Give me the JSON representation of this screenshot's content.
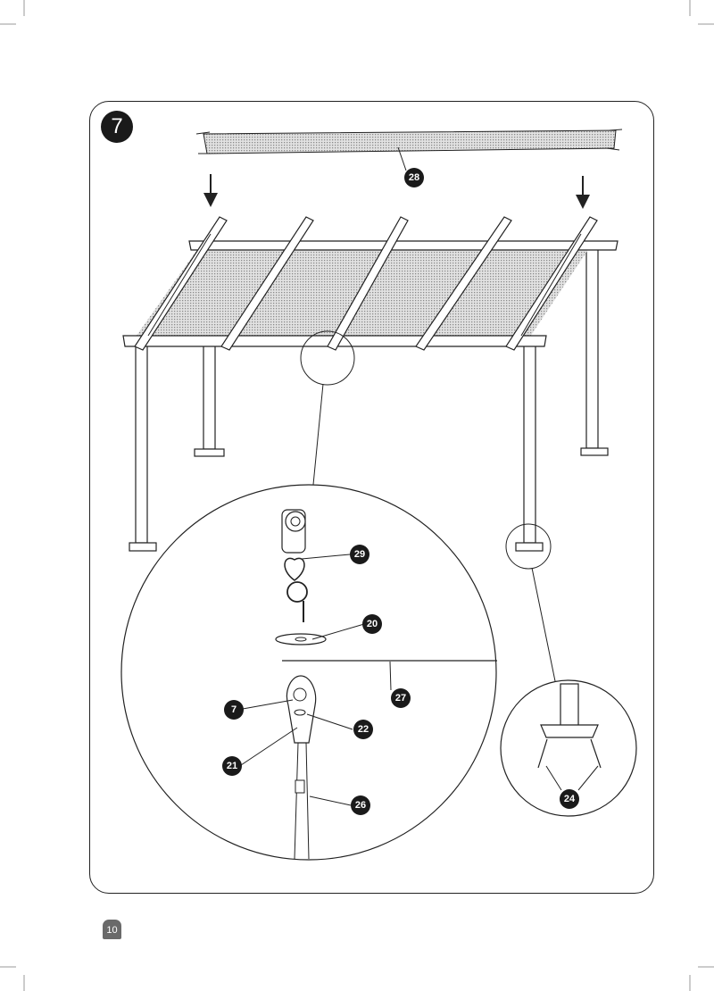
{
  "step": {
    "number": "7"
  },
  "page": {
    "number": "10"
  },
  "callouts": {
    "canopy": "28",
    "trolley": "29",
    "washer": "20",
    "cable": "27",
    "pulley_bracket": "7",
    "nut": "22",
    "screw": "21",
    "rope": "26",
    "ground_anchor": "24"
  },
  "colors": {
    "line": "#222222",
    "callout_fill": "#1a1a1a",
    "canopy_fill": "#cfcfcf"
  },
  "icons": [
    "down-arrow-icon",
    "down-arrow-icon"
  ]
}
